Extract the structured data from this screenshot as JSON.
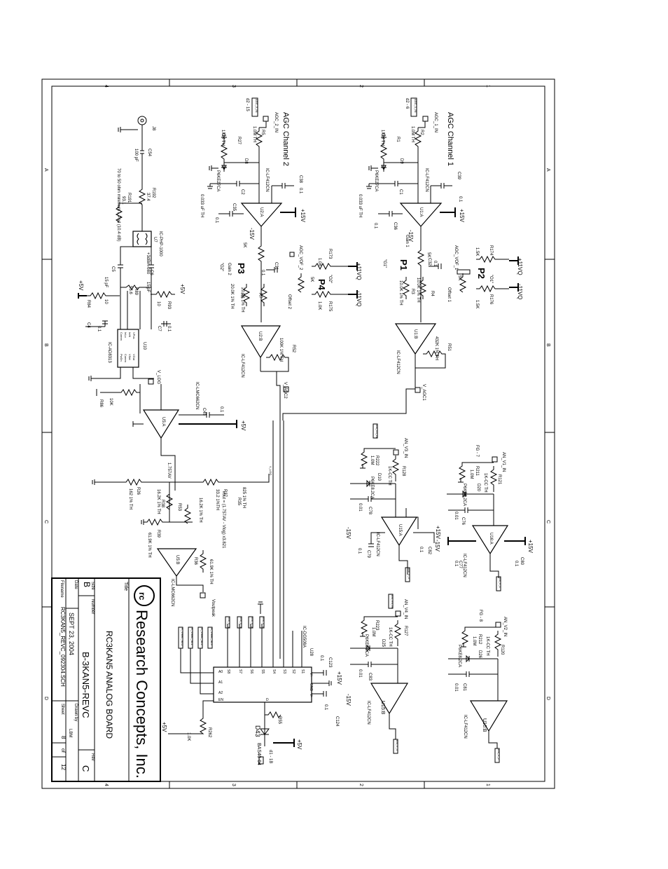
{
  "title_block": {
    "company": "Research Concepts, Inc.",
    "title_caption": "Title",
    "title": "RC3KAN5 ANALOG BOARD",
    "size_caption": "Size",
    "size": "B",
    "number_caption": "Number",
    "number": "B-3KAN5-REVC",
    "rev_caption": "Rev",
    "rev": "C",
    "date_caption": "Date",
    "date": "SEPT 23, 2004",
    "drawn_caption": "Drawn by",
    "drawn_by": "LBM",
    "filename_caption": "Filename",
    "filename": "RC3KAN5_REVC_092304.SCH",
    "sheet_caption": "Sheet",
    "sheet": "8",
    "of_caption": "of",
    "of": "12"
  },
  "border": {
    "col_labels": [
      "4",
      "3",
      "2",
      "1"
    ],
    "row_labels": [
      "A",
      "B",
      "C",
      "D"
    ]
  },
  "headings": {
    "agc1": "AGC Channel 1",
    "agc2": "AGC Channel 2"
  },
  "channel1": {
    "net_in": "AGC_1_IN",
    "gain": "d2 - 6",
    "r2": "R2",
    "r2_val": "1.0M TH",
    "r1": "R1",
    "r1_val": "1.0M TH",
    "diode": "D9",
    "diode_part": "P6KE27CA",
    "cap1": "C1",
    "cap1_val": "0.033 uF TH",
    "cap39": "C39",
    "cap39_val": "0.1",
    "cap36": "C36",
    "cap36_val": "0.1",
    "opamp_a": "U1:A",
    "opamp_a_part": "IC-LF412CN",
    "plus15": "+15V",
    "minus15": "-15V",
    "pot_p1": "P1",
    "pot_p1_label": "\"G1\"",
    "pot_p1_val": "5K",
    "gain_label": "Gain 1",
    "pot_p2": "P2",
    "pot_p2_val": "5K",
    "pot_p2_label": "\"O1\"",
    "r174": "R174",
    "r174_val": "1.5K",
    "r176": "R176",
    "r176_val": "1.5K",
    "plus11": "+11VQ",
    "minus11": "-11VQ",
    "offset_label": "Offset 1",
    "net_vof": "AGC_VOF_1",
    "cap32": "C32",
    "cap32_val": "0.1",
    "r3": "R3",
    "r3_val": "10.0K 1% TH",
    "r4": "R4",
    "r4_val": "10.0K 1% TH",
    "opamp_b": "U1:B",
    "opamp_b_part": "IC-LF412CN",
    "r51": "R51",
    "r51_val": "432K 1% TH",
    "net_out": "V_AGC1"
  },
  "channel2": {
    "net_in": "AGC_2_IN",
    "gain": "d2 - 15",
    "r5": "R5",
    "r5_val": "1.0M TH",
    "r27": "R27",
    "r27_val": "1.0M TH",
    "diode": "D8",
    "diode_part": "P6KE27CA",
    "cap2": "C2",
    "cap2_val": "0.033 uF TH",
    "cap38": "C38",
    "cap38_val": "0.1",
    "cap35": "C35",
    "cap35_val": "0.1",
    "opamp_a": "U2:A",
    "opamp_a_part": "IC-LF412CN",
    "plus15": "+15V",
    "minus15": "-15V",
    "pot_p3": "P3",
    "pot_p3_label": "\"G2\"",
    "pot_p3_val": "5K",
    "gain_label": "Gain 2",
    "pot_p4": "P4",
    "pot_p4_val": "5K",
    "pot_p4_label": "\"O2\"",
    "r173": "R173",
    "r173_val": "1.0K",
    "r175": "R175",
    "r175_val": "1.0K",
    "plus11": "+11VQ",
    "minus11": "-11VQ",
    "offset_label": "Offset 2",
    "net_vof": "AGC_VOF_2",
    "cap31": "C31",
    "cap31_val": "0.1",
    "r6": "R6",
    "r6_val": "20.0K 1% TH",
    "r7": "R7",
    "r7_val": "20.0K 1% TH",
    "opamp_b": "U2:B",
    "opamp_b_part": "IC-LF412CN",
    "r52": "R52",
    "r52_val": "100K 1% TH",
    "net_out": "V_AGC2"
  },
  "rf_section": {
    "jack": "J8",
    "c54": "C54",
    "c54_val": "100 pF",
    "note": "70 to 50 ohm minimum L Pad (10.4 dB)",
    "r192": "R192",
    "r192_val": "37.4",
    "r191": "R191",
    "r191_val": "93.1",
    "u7": "U7",
    "u7_part": "IC-PHP-1000",
    "u7_pin": "+3dBm-080",
    "c5": "C5",
    "c5_val": "15 pF",
    "c6": "C6",
    "c6_val": "15 pF",
    "r89": "R89",
    "r89_val": "53.6",
    "plus5": "+5V",
    "r84": "R84",
    "r84_val": "10",
    "r93": "R93",
    "r93_val": "10",
    "c4": "C4",
    "c4_val": "0.1",
    "c7": "C7",
    "c7_val": "0.1",
    "u10": "U10",
    "u10_part": "IC-AD8313",
    "u10_pins": [
      "VPos",
      "InHi",
      "InLo",
      "Comm",
      "PwDn",
      "VOut",
      "VSet",
      "Comm"
    ],
    "net_vlog": "V_LOG",
    "r86": "R86",
    "r86_val": "10K",
    "u5a": "U5:A",
    "u5a_part": "IC-LMC662CN",
    "c45": "C45",
    "c45_val": "0.1",
    "plus5b": "+5V"
  },
  "vout_section": {
    "r26": "R26",
    "r26_val": "162 1% TH",
    "volt": "1.757AV",
    "r37": "R37",
    "r37_val": "33.2 1%TH",
    "r35": "R35",
    "r35_val": "825 1% TH",
    "net_vlog": "V_LOG",
    "r38": "R38",
    "r38_val": "16.2K 1% TH",
    "r53": "R53",
    "r39": "R39",
    "r39_val": "61.9K 1% TH",
    "r36": "R36",
    "r36_val": "16.2K 1% TH",
    "r54_val": "61.9K 1% TH",
    "u5b": "U5:B",
    "u5b_part": "IC-LMC662CN",
    "formula": "Vout = (1.757AV - Vlog) x3.821",
    "net_out": "Voutpeak"
  },
  "mux_section": {
    "u28": "U28",
    "u28_part": "IC-DG508A",
    "c123": "C123",
    "c123_val": "0.1",
    "c124": "C124",
    "c124_val": "0.1",
    "plus15": "+15V",
    "minus15": "-15V",
    "pins": [
      "S8",
      "S7",
      "S6",
      "S5",
      "S4",
      "S3",
      "S2",
      "S1",
      "A0",
      "A1",
      "A2",
      "EN",
      "V+",
      "GND",
      "V-",
      "D"
    ],
    "buffers": [
      "AN_V_4",
      "AN_V_3",
      "AN_V_2",
      "AN_V_1"
    ],
    "sel": [
      "R_VSEL_SLO",
      "R_VSEL_SL1",
      "R_VSEL_SL2",
      "R_VSEL_SL3"
    ],
    "r262": "R262",
    "r262_val": "1.0K",
    "plus5": "+5V",
    "r55": "R55",
    "d43": "D43",
    "d43_part": "BAS40-04",
    "d43_pins": "d1 - 1B",
    "plus5b": "+5V"
  },
  "input_buffers": [
    {
      "net_in": "AN_V3_IN",
      "tag": "AN_V3_IN",
      "r_in": "R222",
      "r_in_val": "1.0M",
      "r_ser": "R128",
      "r_ser_val": "1K-CC TH",
      "diode": "D10",
      "diode_part": "P6KE8.2CA",
      "cap": "C78",
      "cap_val": "0.01",
      "cap2": "C79",
      "cap2_val": "0.1",
      "cap3": "C82",
      "cap3_val": "0.1",
      "opamp": "U15:A",
      "part": "IC-LF412CN",
      "out": "AN_V_3",
      "pos": "+15V",
      "neg": "-15V"
    },
    {
      "net_in": "AN_V1_IN",
      "tag": "FG - 7",
      "r_in": "R211",
      "r_in_val": "1.0M",
      "r_ser": "R121",
      "r_ser_val": "1K-CC TH",
      "diode": "D20",
      "diode_part": "P6KE8.2CA",
      "cap": "C76",
      "cap_val": "0.01",
      "cap2": "C77",
      "cap2_val": "0.1",
      "cap3": "C80",
      "cap3_val": "0.1",
      "opamp": "U16:A",
      "part": "IC-LF412CN",
      "out": "AN_V_1",
      "pos": "+15V",
      "neg": "-15V"
    },
    {
      "net_in": "AN_V4_IN",
      "tag": "AN_V4_IN",
      "r_in": "R223",
      "r_in_val": "1.0M",
      "r_ser": "R127",
      "r_ser_val": "1K-CC TH",
      "diode": "D25",
      "diode_part": "P6KE8.2CA",
      "cap": "C83",
      "cap_val": "0.01",
      "opamp": "U15:B",
      "part": "IC-LF412CN",
      "out": "AN_V_4",
      "pos": "",
      "neg": ""
    },
    {
      "net_in": "AN_V2_IN",
      "tag": "FG - 8",
      "r_in": "R212",
      "r_in_val": "1.0M",
      "r_ser": "R120",
      "r_ser_val": "1K-CC TH",
      "diode": "D26",
      "diode_part": "P6KE8.2CA",
      "cap": "C81",
      "cap_val": "0.01",
      "opamp": "U16:B",
      "part": "IC-LF412CN",
      "out": "AN_V_2",
      "pos": "",
      "neg": ""
    }
  ]
}
